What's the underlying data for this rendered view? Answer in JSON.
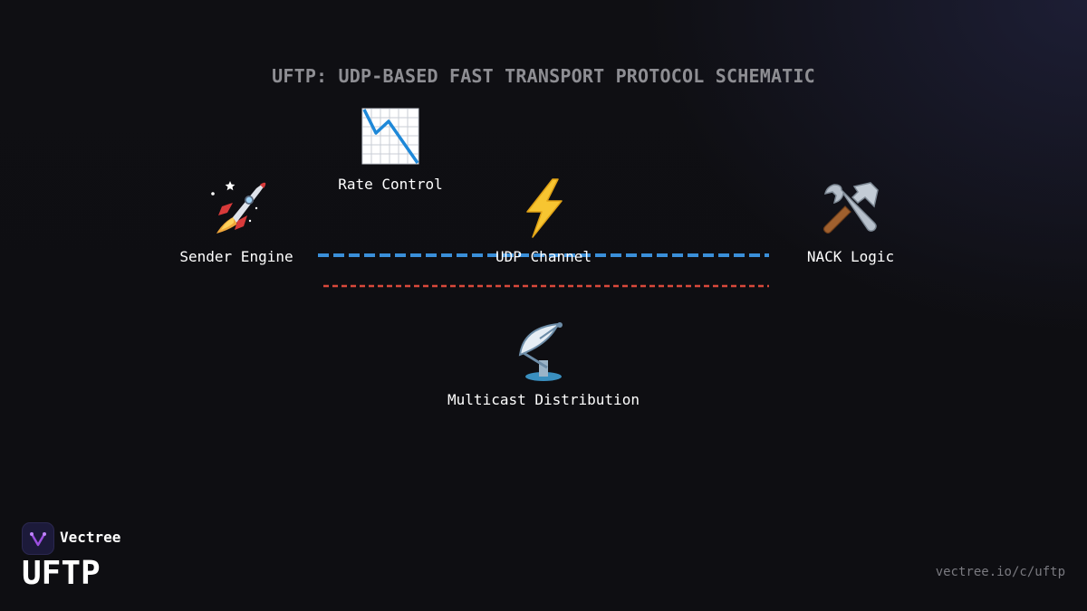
{
  "diagram": {
    "title": "UFTP: UDP-BASED FAST TRANSPORT PROTOCOL SCHEMATIC",
    "nodes": [
      {
        "id": "sender",
        "label": "Sender Engine",
        "icon": "rocket-icon"
      },
      {
        "id": "rate",
        "label": "Rate Control",
        "icon": "chart-decreasing-icon"
      },
      {
        "id": "udp",
        "label": "UDP Channel",
        "icon": "lightning-icon"
      },
      {
        "id": "nack",
        "label": "NACK Logic",
        "icon": "hammer-wrench-icon"
      },
      {
        "id": "multicast",
        "label": "Multicast Distribution",
        "icon": "satellite-dish-icon"
      }
    ],
    "links": [
      {
        "style": "dashed",
        "color": "#3a8fd9"
      },
      {
        "style": "dashed",
        "color": "#d9483b"
      }
    ]
  },
  "branding": {
    "name": "Vectree",
    "product": "UFTP",
    "url": "vectree.io/c/uftp",
    "logo_color": "#9b4fe0"
  }
}
